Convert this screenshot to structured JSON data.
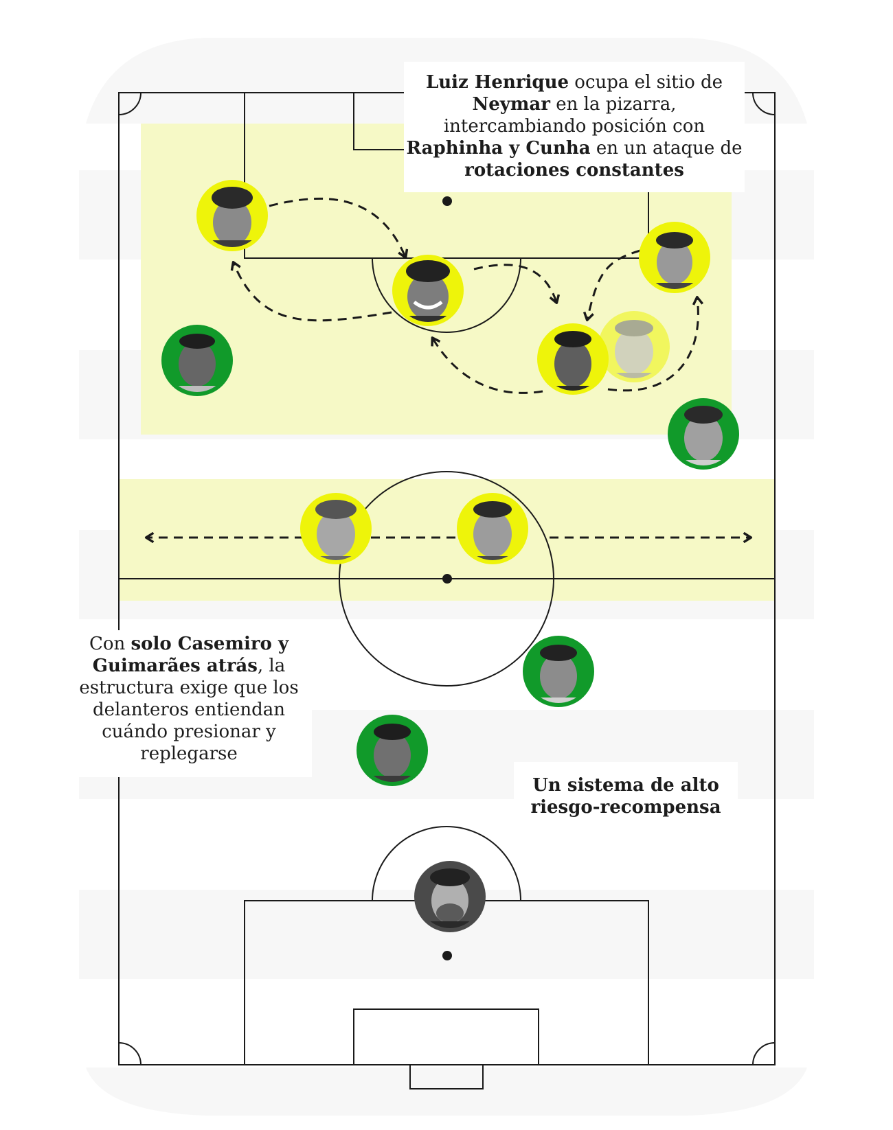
{
  "colors": {
    "zone_yellow": "#f6f9c6",
    "player_yellow": "#eef40a",
    "player_green": "#119a2a",
    "player_gray": "#4a4a4a",
    "lines": "#1a1a1a",
    "stripe": "#f7f7f7"
  },
  "annotations": {
    "top": {
      "p1": "Luiz Henrique",
      "t1": " ocupa el sitio de ",
      "p2": "Neymar",
      "t2": " en la pizarra, intercambiando posición con ",
      "p3": "Raphinha y Cunha",
      "t3": " en un ataque de ",
      "p4": "rotaciones constantes"
    },
    "left": {
      "t1": "Con ",
      "p1": "solo Casemiro y Guimarães atrás",
      "t2": ", la estructura exige que los delanteros entiendan cuándo presionar y replegarse"
    },
    "right": "Un sistema de alto riesgo-recompensa"
  },
  "players": [
    {
      "id": "vinicius",
      "role": "attack",
      "icon": "player-photo-icon"
    },
    {
      "id": "cunha",
      "role": "attack",
      "icon": "player-photo-icon"
    },
    {
      "id": "raphinha",
      "role": "attack",
      "icon": "player-photo-icon"
    },
    {
      "id": "luiz-henrique",
      "role": "attack",
      "icon": "player-photo-icon"
    },
    {
      "id": "neymar",
      "role": "replaced",
      "icon": "player-photo-icon"
    },
    {
      "id": "alex-sandro",
      "role": "defense",
      "icon": "player-photo-icon"
    },
    {
      "id": "danilo",
      "role": "defense",
      "icon": "player-photo-icon"
    },
    {
      "id": "guimaraes",
      "role": "midfield",
      "icon": "player-photo-icon"
    },
    {
      "id": "casemiro",
      "role": "midfield",
      "icon": "player-photo-icon"
    },
    {
      "id": "marquinhos",
      "role": "defense",
      "icon": "player-photo-icon"
    },
    {
      "id": "gabriel",
      "role": "defense",
      "icon": "player-photo-icon"
    },
    {
      "id": "alisson",
      "role": "goalkeeper",
      "icon": "player-photo-icon"
    }
  ]
}
